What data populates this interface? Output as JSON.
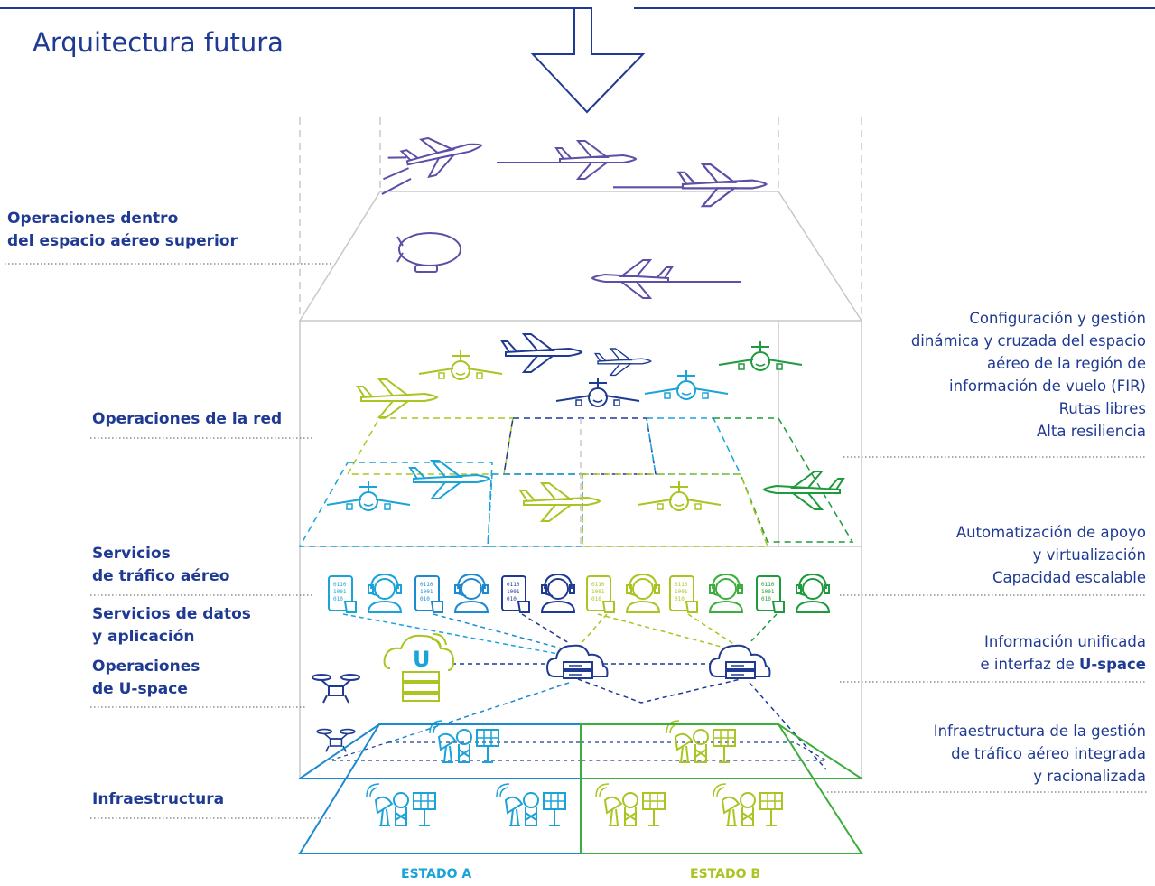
{
  "title": "Arquitectura futura",
  "left_labels": {
    "upper_airspace_1": "Operaciones dentro",
    "upper_airspace_2": "del espacio aéreo superior",
    "network": "Operaciones de la red",
    "ats_1": "Servicios",
    "ats_2": "de tráfico aéreo",
    "data_1": "Servicios de datos",
    "data_2": "y aplicación",
    "uspace_1": "Operaciones",
    "uspace_2": "de U-space",
    "infra": "Infraestructura"
  },
  "right_labels": {
    "fir_1": "Configuración y gestión",
    "fir_2": "dinámica y cruzada del espacio",
    "fir_3": "aéreo de la región de",
    "fir_4": "información de vuelo (FIR)",
    "fir_5": "Rutas libres",
    "fir_6": "Alta resiliencia",
    "auto_1": "Automatización de apoyo",
    "auto_2": "y virtualización",
    "auto_3": "Capacidad escalable",
    "info_1": "Información unificada",
    "info_2": "e interfaz de",
    "info_brand": "U-space",
    "infra_1": "Infraestructura de la gestión",
    "infra_2": "de tráfico aéreo integrada",
    "infra_3": "y racionalizada"
  },
  "states": {
    "a": "ESTADO A",
    "b": "ESTADO B"
  },
  "colors": {
    "navy": "#1f3a93",
    "purple": "#5b4fa6",
    "cyan": "#1aa3d9",
    "blue": "#1b8ad0",
    "lime": "#a8c521",
    "green": "#3cae3c",
    "dkgreen": "#1f9a3c",
    "grey": "#c8c8c8",
    "dot": "#666666"
  },
  "icons": {
    "aircraft": "airplane-icon",
    "airship": "airship-icon",
    "controller": "headset-controller-icon",
    "tablet": "data-tablet-icon",
    "cloud": "cloud-server-icon",
    "drone": "drone-icon",
    "radar": "radar-dish-icon",
    "antenna": "radio-tower-icon",
    "solar": "solar-panel-icon",
    "uspace_server": "uspace-server-icon",
    "arrow": "down-arrow-icon"
  }
}
